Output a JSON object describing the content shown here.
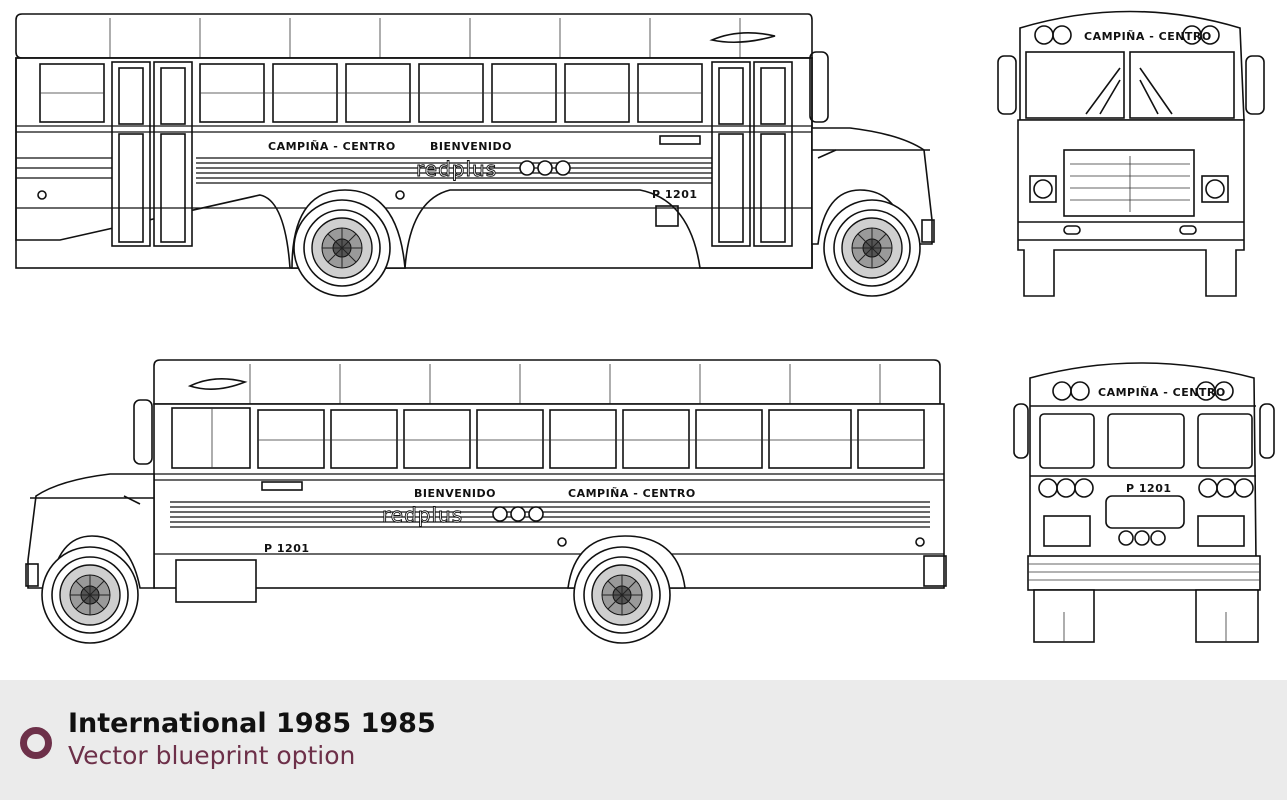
{
  "blueprint": {
    "signs": {
      "route": "CAMPIÑA - CENTRO",
      "welcome": "BIENVENIDO",
      "brand": "redplus",
      "plate": "P 1201"
    }
  },
  "footer": {
    "title": "International 1985 1985",
    "subtitle": "Vector blueprint option",
    "badge_color": "#6d3049"
  }
}
